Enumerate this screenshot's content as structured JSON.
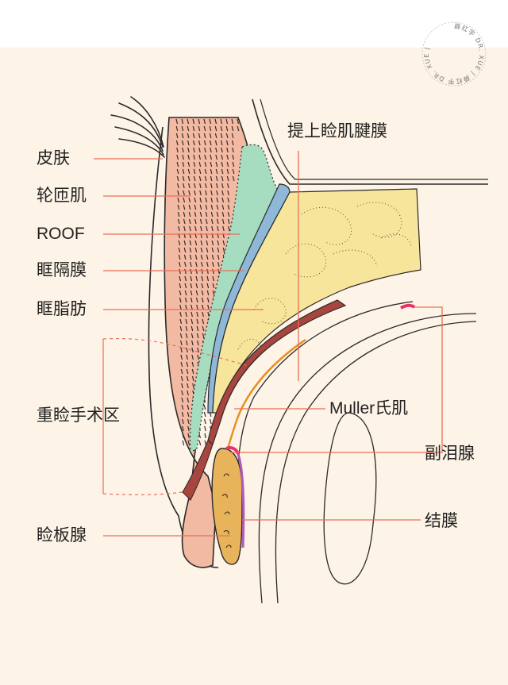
{
  "labels": {
    "skin": "皮肤",
    "orbicularis": "轮匝肌",
    "roof": "ROOF",
    "septum": "眶隔膜",
    "fat": "眶脂肪",
    "surgery_zone": "重睑手术区",
    "tarsal_gland": "睑板腺",
    "levator": "提上睑肌腱膜",
    "muller": "Muller氏肌",
    "accessory_lacrimal": "副泪腺",
    "conjunctiva": "结膜"
  },
  "seal": {
    "text": "薛红宇 DR. XUE | 薛红宇 DR. XUE | "
  },
  "colors": {
    "background": "#fdf3e6",
    "skin": "#f2b9a3",
    "orbicularis_green": "#a6dcc0",
    "septum_blue": "#8fb8d8",
    "fat_yellow": "#f8e59c",
    "levator_brown": "#a8453e",
    "muller_orange": "#e8901f",
    "tarsus": "#e7b45c",
    "accessory_pink": "#e9326a",
    "conjunctiva_purple": "#b25ab8",
    "leader_line": "#e8705a",
    "outline": "#2a2a2a"
  }
}
